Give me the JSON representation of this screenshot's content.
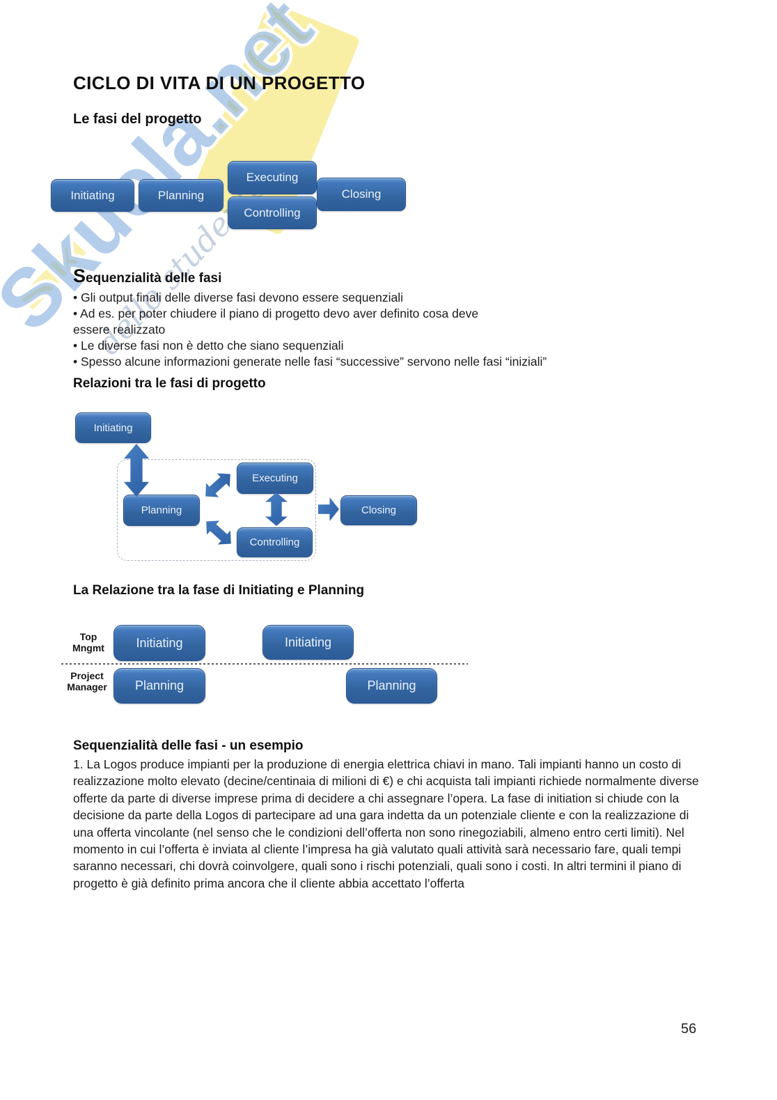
{
  "title": "CICLO DI VITA DI UN PROGETTO",
  "headings": {
    "fasi": "Le fasi del progetto",
    "sequenzialita": "Sequenzialità delle fasi",
    "relazioni": "Relazioni tra le fasi di progetto",
    "relazione_ip": "La Relazione tra la fase di Initiating e Planning",
    "esempio": "Sequenzialità delle fasi - un esempio"
  },
  "seq_lines": [
    "• Gli output finali delle diverse fasi devono essere sequenziali",
    "• Ad es. per poter chiudere il piano di progetto devo aver definito cosa deve",
    "essere realizzato",
    "• Le diverse fasi non è detto che siano sequenziali",
    "• Spesso alcune informazioni generate nelle fasi “successive” servono nelle fasi “iniziali”"
  ],
  "phases": {
    "initiating": "Initiating",
    "planning": "Planning",
    "executing": "Executing",
    "controlling": "Controlling",
    "closing": "Closing"
  },
  "diagram3_labels": {
    "top_mngmt": "Top\nMngmt",
    "project_manager": "Project\nManager"
  },
  "example_body": "1. La Logos produce impianti per la produzione di energia elettrica chiavi in mano. Tali impianti hanno un costo di realizzazione molto elevato (decine/centinaia di milioni di €) e chi acquista tali impianti richiede normalmente diverse offerte da parte di diverse imprese prima di decidere a chi assegnare l’opera. La fase di initiation si chiude con la decisione da parte della Logos di partecipare ad una gara indetta da un potenziale cliente e con la realizzazione di una offerta vincolante (nel senso che le condizioni dell’offerta non sono rinegoziabili, almeno entro certi limiti). Nel momento in cui l’offerta è inviata al cliente l’impresa ha già valutato quali attività sarà necessario fare, quali tempi saranno necessari, chi dovrà coinvolgere, quali sono i rischi potenziali, quali sono i costi. In altri termini il piano di progetto è già definito prima ancora che il cliente abbia accettato l’offerta",
  "page_number": "56",
  "watermark": {
    "brand": "Skuola.net",
    "tagline": "dello studente",
    "yellow": "#f8efa5",
    "blue": "rgba(105,155,215,0.5)"
  }
}
